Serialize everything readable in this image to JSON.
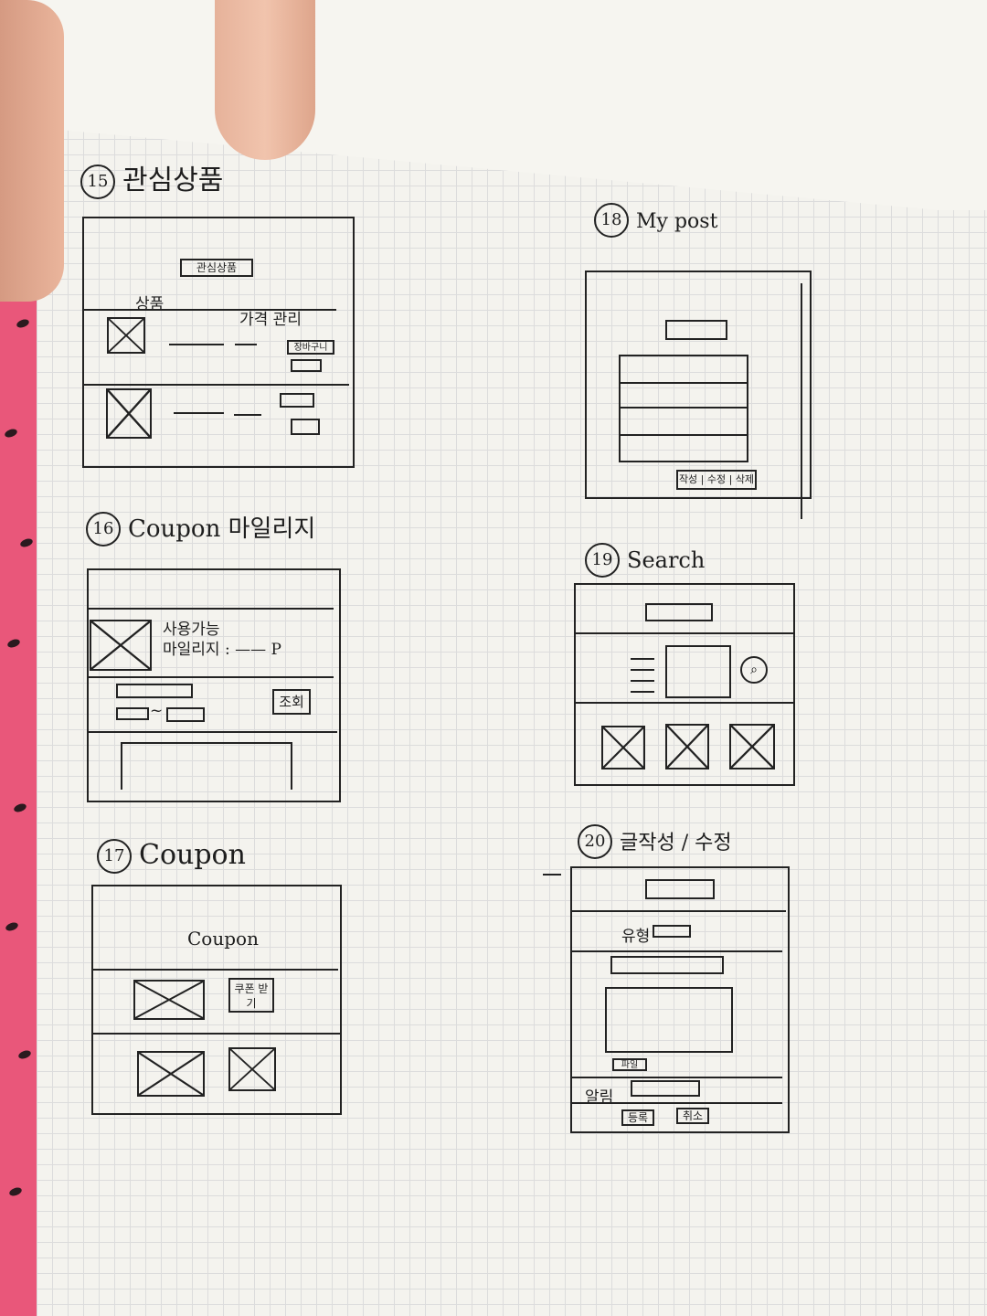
{
  "sketches": {
    "s15": {
      "number": "15",
      "title": "관심상품",
      "header_button": "관심상품",
      "columns": {
        "product": "상품",
        "price_manage": "가격 관리"
      },
      "row_button": "장바구니"
    },
    "s16": {
      "number": "16",
      "title": "Coupon 마일리지",
      "mileage_label": "사용가능\n마일리지 : —— P",
      "date_separator": "~",
      "search_button": "조회"
    },
    "s17": {
      "number": "17",
      "title": "Coupon",
      "header_text": "Coupon",
      "coupon_button": "쿠폰 받기"
    },
    "s18": {
      "number": "18",
      "title": "My post",
      "footer_buttons": "작성 | 수정 | 삭제"
    },
    "s19": {
      "number": "19",
      "title": "Search"
    },
    "s20": {
      "number": "20",
      "title": "글작성 / 수정",
      "name_label": "유형",
      "file_button": "파일",
      "notify_label": "알림",
      "submit_button": "등록",
      "cancel_button": "취소"
    }
  }
}
